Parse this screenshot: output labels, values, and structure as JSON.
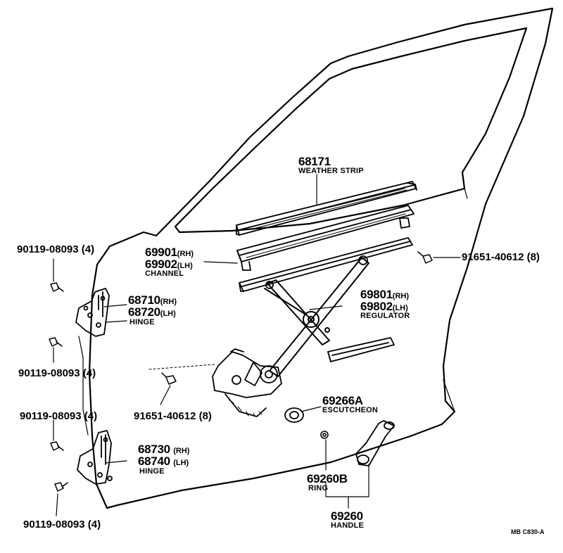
{
  "labels": {
    "weather_strip": {
      "number": "68171",
      "name": "WEATHER STRIP"
    },
    "channel": {
      "number_rh": "69901",
      "suffix_rh": "(RH)",
      "number_lh": "69902",
      "suffix_lh": "(LH)",
      "name": "CHANNEL"
    },
    "regulator": {
      "number_rh": "69801",
      "suffix_rh": "(RH)",
      "number_lh": "69802",
      "suffix_lh": "(LH)",
      "name": "REGULATOR"
    },
    "upper_hinge": {
      "number_rh": "68710",
      "suffix_rh": "(RH)",
      "number_lh": "68720",
      "suffix_lh": "(LH)",
      "name": "HINGE"
    },
    "lower_hinge": {
      "number_rh": "68730",
      "suffix_rh": "(RH)",
      "number_lh": "68740",
      "suffix_lh": "(LH)",
      "name": "HINGE"
    },
    "escutcheon": {
      "number": "69266A",
      "name": "ESCUTCHEON"
    },
    "ring": {
      "number": "69260B",
      "name": "RING"
    },
    "handle": {
      "number": "69260",
      "name": "HANDLE"
    },
    "bolt_top_left": "90119-08093 (4)",
    "bolt_mid_upper": "90119-08093 (4)",
    "bolt_mid_lower": "90119-08093 (4)",
    "bolt_bottom_left": "90119-08093 (4)",
    "screw_right": "91651-40612 (8)",
    "screw_lower": "91651-40612 (8)",
    "figure_code": "MB  C830-A"
  },
  "icons": [
    "bolt-icon",
    "screw-icon",
    "hinge-icon",
    "regulator-mechanism-icon",
    "handle-icon"
  ]
}
